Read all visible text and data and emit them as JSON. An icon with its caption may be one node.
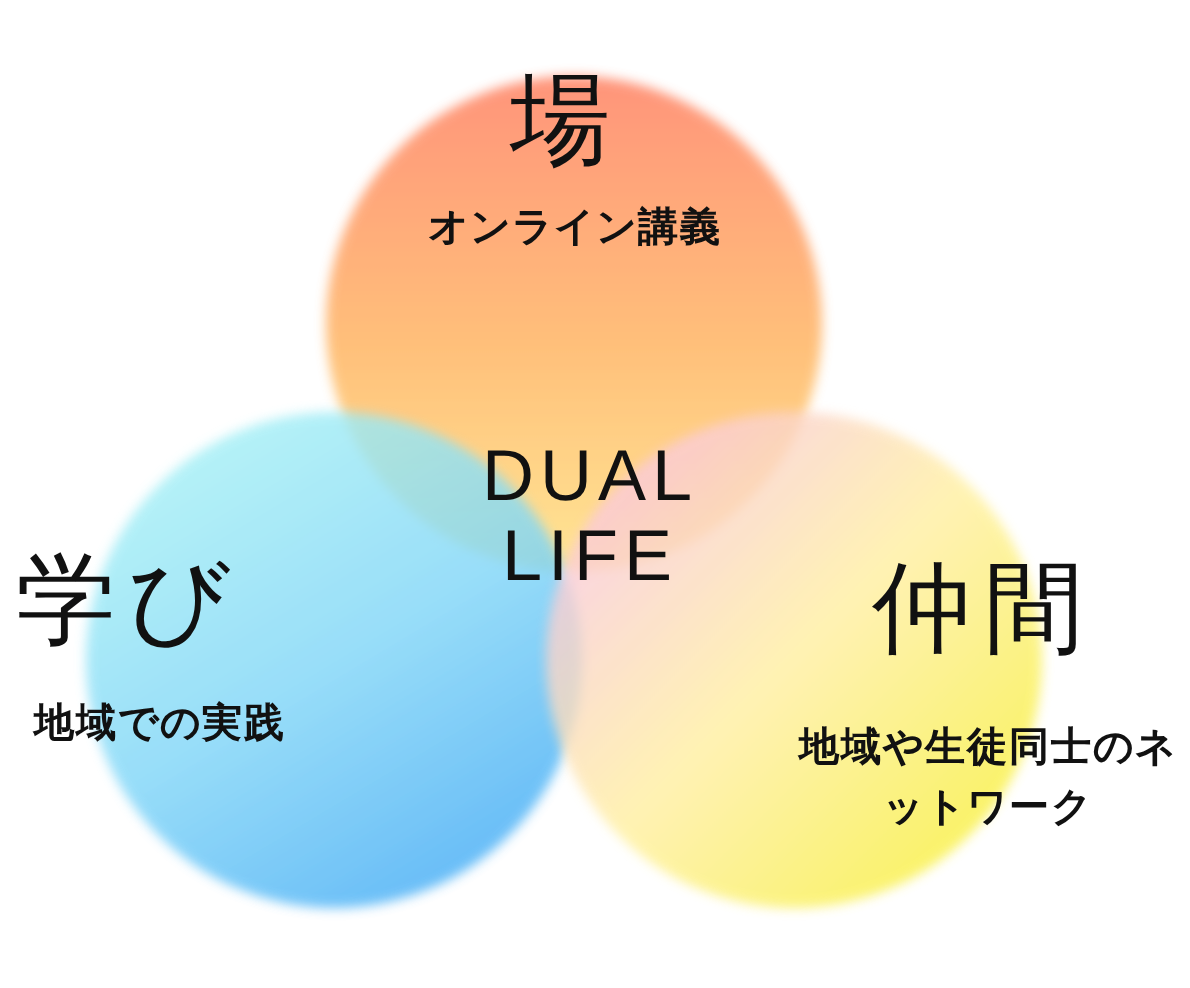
{
  "diagram": {
    "nodes": [
      {
        "text": [
          "場",
          "オンライン講義"
        ]
      },
      {
        "text": [
          "学び",
          "地域での実践"
        ]
      },
      {
        "text": [
          "仲間",
          "地域や生徒同士のネットワーク"
        ]
      }
    ],
    "labels": [
      "DUAL LIFE"
    ]
  }
}
